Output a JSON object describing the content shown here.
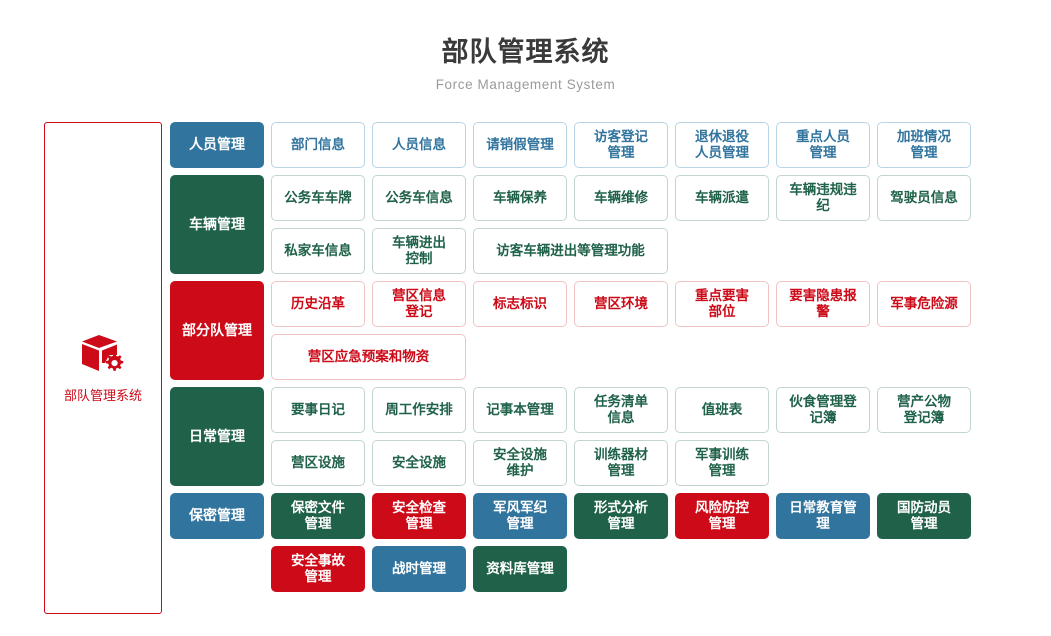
{
  "header": {
    "title_cn": "部队管理系统",
    "title_en": "Force Management System"
  },
  "brand": {
    "label": "部队管理系统",
    "icon": "cube-gear-icon",
    "accent": "#cc0a18"
  },
  "colors": {
    "blue": "#31749e",
    "green": "#1f6149",
    "red": "#cc0a18",
    "blue_border": "#b9d4e5",
    "green_border": "#c2d6ce",
    "red_border": "#f0c3c7",
    "title": "#3a3a3a",
    "subtitle": "#9b9b9b"
  },
  "sections": [
    {
      "id": "personnel",
      "category": "人员管理",
      "category_color": "blue",
      "item_style": "o-blue",
      "items": [
        {
          "label": "部门信息"
        },
        {
          "label": "人员信息"
        },
        {
          "label": "请销假管理"
        },
        {
          "label": "访客登记\n管理"
        },
        {
          "label": "退休退役\n人员管理"
        },
        {
          "label": "重点人员\n管理"
        },
        {
          "label": "加班情况\n管理"
        }
      ]
    },
    {
      "id": "vehicle",
      "category": "车辆管理",
      "category_color": "green",
      "item_style": "o-green",
      "items": [
        {
          "label": "公务车车牌"
        },
        {
          "label": "公务车信息"
        },
        {
          "label": "车辆保养"
        },
        {
          "label": "车辆维修"
        },
        {
          "label": "车辆派遣"
        },
        {
          "label": "车辆违规违纪"
        },
        {
          "label": "驾驶员信息"
        },
        {
          "label": "私家车信息"
        },
        {
          "label": "车辆进出\n控制"
        },
        {
          "label": "访客车辆进出等管理功能",
          "wide": true
        }
      ]
    },
    {
      "id": "unit",
      "category": "部分队管理",
      "category_color": "red",
      "item_style": "o-red",
      "items": [
        {
          "label": "历史沿革"
        },
        {
          "label": "营区信息\n登记"
        },
        {
          "label": "标志标识"
        },
        {
          "label": "营区环境"
        },
        {
          "label": "重点要害\n部位"
        },
        {
          "label": "要害隐患报警"
        },
        {
          "label": "军事危险源"
        },
        {
          "label": "营区应急预案和物资",
          "wide": true
        }
      ]
    },
    {
      "id": "daily",
      "category": "日常管理",
      "category_color": "green",
      "item_style": "o-green",
      "items": [
        {
          "label": "要事日记"
        },
        {
          "label": "周工作安排"
        },
        {
          "label": "记事本管理"
        },
        {
          "label": "任务清单\n信息"
        },
        {
          "label": "值班表"
        },
        {
          "label": "伙食管理登记簿"
        },
        {
          "label": "营产公物\n登记簿"
        },
        {
          "label": "营区设施"
        },
        {
          "label": "安全设施"
        },
        {
          "label": "安全设施\n维护"
        },
        {
          "label": "训练器材\n管理"
        },
        {
          "label": "军事训练\n管理"
        }
      ]
    },
    {
      "id": "security",
      "category": "保密管理",
      "category_color": "blue",
      "item_style": "solid",
      "items": [
        {
          "label": "保密文件\n管理",
          "style": "s-green"
        },
        {
          "label": "安全检查\n管理",
          "style": "s-red"
        },
        {
          "label": "军风军纪\n管理",
          "style": "s-blue"
        },
        {
          "label": "形式分析\n管理",
          "style": "s-green"
        },
        {
          "label": "风险防控\n管理",
          "style": "s-red"
        },
        {
          "label": "日常教育管理",
          "style": "s-blue"
        },
        {
          "label": "国防动员\n管理",
          "style": "s-green"
        }
      ]
    },
    {
      "id": "security-extra",
      "category": null,
      "category_color": null,
      "item_style": "solid",
      "items": [
        {
          "label": "安全事故\n管理",
          "style": "s-red"
        },
        {
          "label": "战时管理",
          "style": "s-blue"
        },
        {
          "label": "资料库管理",
          "style": "s-green"
        }
      ]
    }
  ]
}
